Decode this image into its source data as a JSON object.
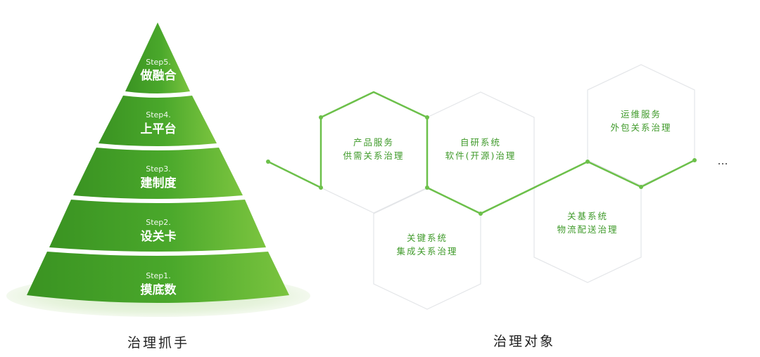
{
  "pyramid": {
    "caption": "治理抓手",
    "levels": [
      {
        "step": "Step5.",
        "name": "做融合"
      },
      {
        "step": "Step4.",
        "name": "上平台"
      },
      {
        "step": "Step3.",
        "name": "建制度"
      },
      {
        "step": "Step2.",
        "name": "设关卡"
      },
      {
        "step": "Step1.",
        "name": "摸底数"
      }
    ]
  },
  "objects": {
    "caption": "治理对象",
    "more": "…",
    "hexes": [
      {
        "line1": "产品服务",
        "line2": "供需关系治理"
      },
      {
        "line1": "自研系统",
        "line2": "软件(开源)治理"
      },
      {
        "line1": "关键系统",
        "line2": "集成关系治理"
      },
      {
        "line1": "关基系统",
        "line2": "物流配送治理"
      },
      {
        "line1": "运维服务",
        "line2": "外包关系治理"
      }
    ]
  },
  "colors": {
    "green_dark": "#3e9a24",
    "green_light": "#7cc242",
    "line_green": "#6cc04a",
    "hex_border": "#e3e5e8",
    "hex_text": "#3f9a2a"
  }
}
